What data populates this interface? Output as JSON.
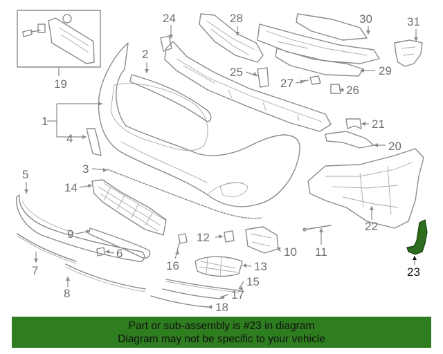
{
  "diagram": {
    "highlighted_part": "23",
    "labels": {
      "p1": "1",
      "p2": "2",
      "p3": "3",
      "p4": "4",
      "p5": "5",
      "p6": "6",
      "p7": "7",
      "p8": "8",
      "p9": "9",
      "p10": "10",
      "p11": "11",
      "p12": "12",
      "p13": "13",
      "p14": "14",
      "p15": "15",
      "p16": "16",
      "p17": "17",
      "p18": "18",
      "p19": "19",
      "p20": "20",
      "p21": "21",
      "p22": "22",
      "p23": "23",
      "p24": "24",
      "p25": "25",
      "p26": "26",
      "p27": "27",
      "p28": "28",
      "p29": "29",
      "p30": "30",
      "p31": "31"
    },
    "colors": {
      "highlight": "#2e6d1f",
      "banner": "#2e7d1f",
      "line": "#8a8a8a"
    }
  },
  "banner": {
    "line1": "Part or sub-assembly is #23 in diagram",
    "line2": "Diagram may not be specific to your vehicle"
  }
}
